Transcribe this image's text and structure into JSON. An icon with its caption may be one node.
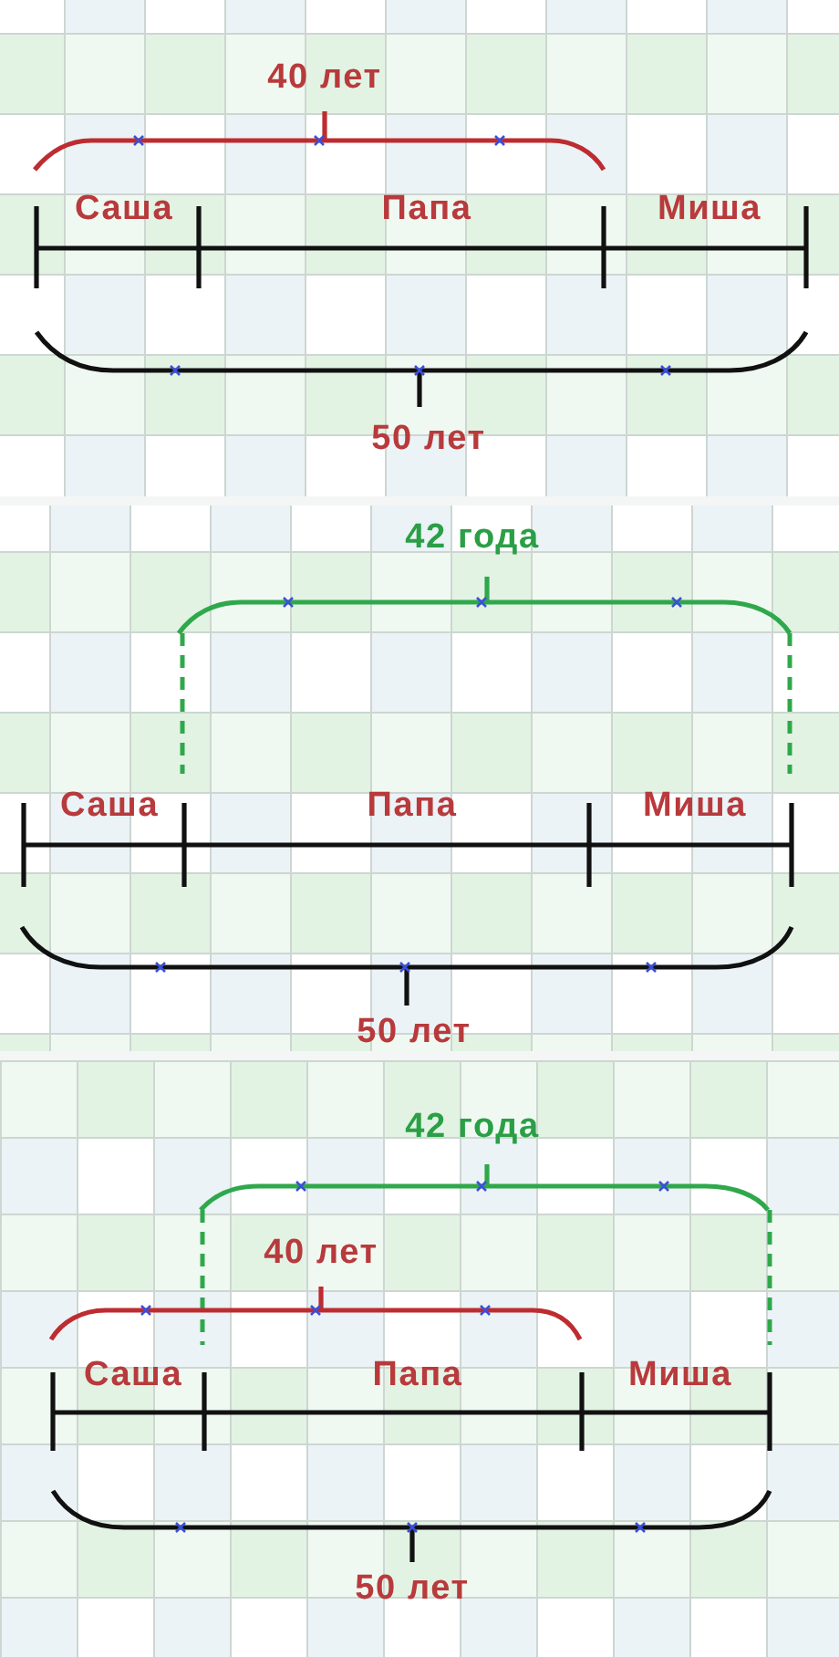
{
  "diagram": {
    "labels": [
      "40 лет",
      "Саша",
      "Папа",
      "Миша",
      "50 лет",
      "42 года",
      "Саша",
      "Папа",
      "Миша",
      "50 лет",
      "42 года",
      "40 лет",
      "Саша",
      "Папа",
      "Миша",
      "50 лет"
    ]
  }
}
